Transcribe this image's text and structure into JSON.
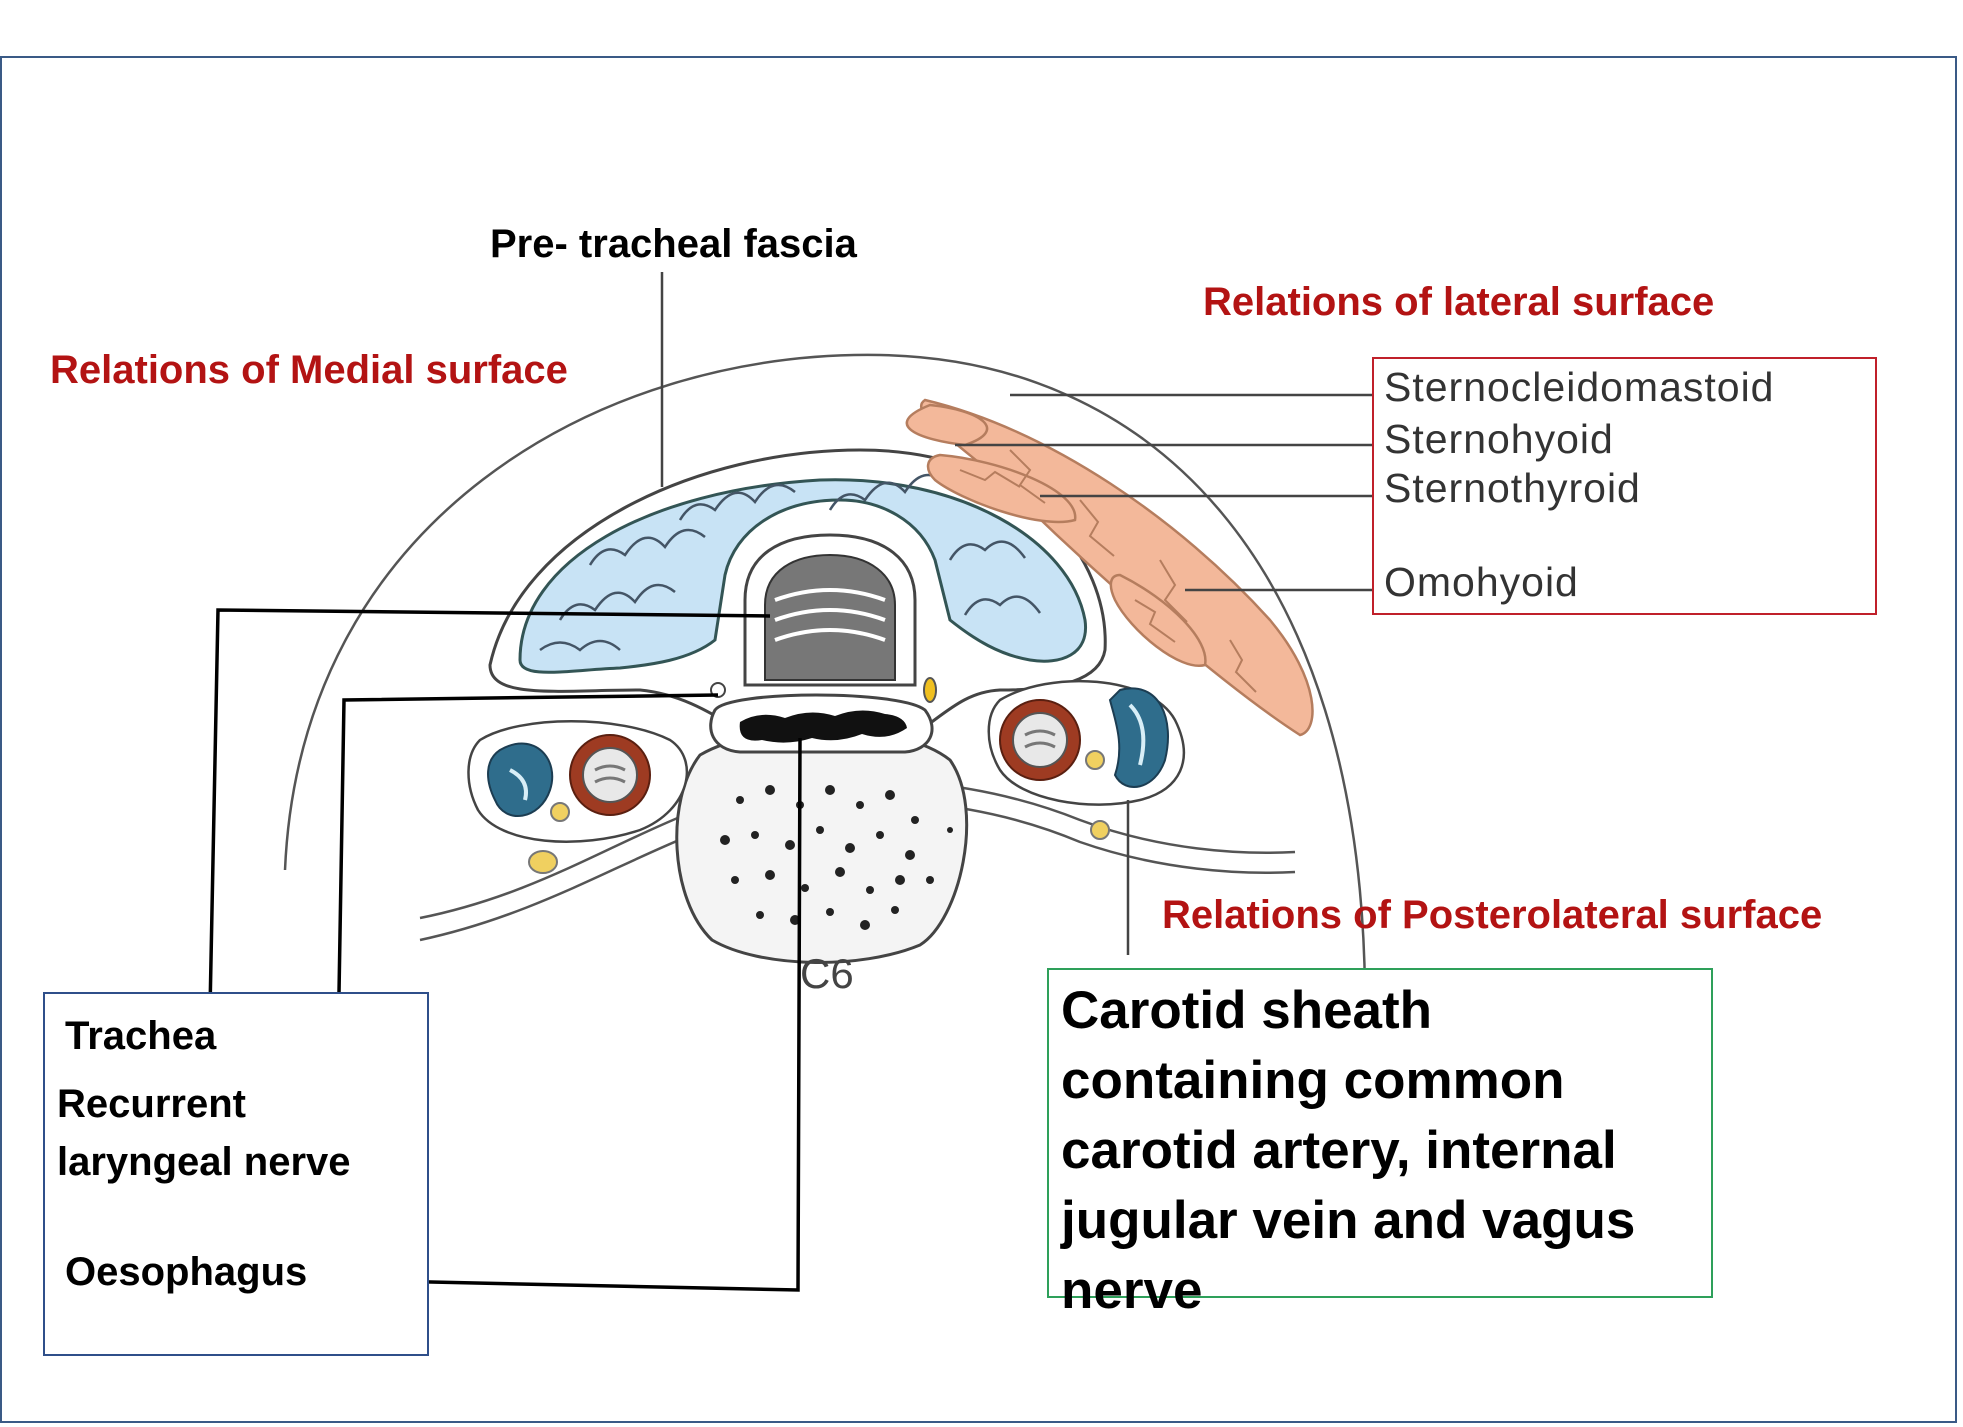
{
  "labels": {
    "pretracheal": "Pre- tracheal fascia",
    "medial_heading": "Relations of Medial  surface",
    "lateral_heading": "Relations of lateral surface",
    "posterolateral_heading": "Relations of Posterolateral  surface",
    "vertebra": "C6"
  },
  "lateral_relations": [
    "Sternocleidomastoid",
    "Sternohyoid",
    "Sternothyroid",
    "Omohyoid"
  ],
  "medial_relations": {
    "trachea": "Trachea",
    "rln_line1": "Recurrent",
    "rln_line2": "laryngeal nerve",
    "oesophagus": "Oesophagus"
  },
  "posterolateral_relations": "Carotid sheath containing common carotid artery, internal jugular vein and vagus nerve",
  "colors": {
    "heading_red": "#b31313",
    "thyroid_blue": "#c8e3f5",
    "muscle_peach": "#f3b89a",
    "vessel_red": "#9e3b22",
    "vein_blue": "#2f6d8c",
    "nerve_yellow": "#f0c020"
  }
}
